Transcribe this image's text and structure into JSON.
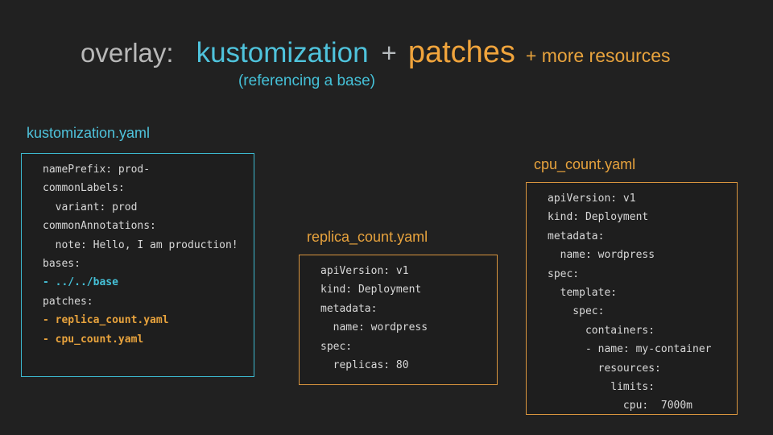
{
  "title": {
    "overlay": "overlay:",
    "kustomization": "kustomization",
    "plus": "+",
    "patches": "patches",
    "more": "+ more resources",
    "subtitle": "(referencing a base)"
  },
  "colors": {
    "background": "#212121",
    "cyan_accent": "#4fc3dc",
    "orange_accent": "#e8a33d",
    "code_text": "#d8d8d8",
    "title_gray": "#b8b8b8"
  },
  "panels": [
    {
      "label": "kustomization.yaml",
      "accent": "cyan",
      "lines": [
        {
          "text": "namePrefix: prod-",
          "color": "default"
        },
        {
          "text": "commonLabels:",
          "color": "default"
        },
        {
          "text": "  variant: prod",
          "color": "default"
        },
        {
          "text": "commonAnnotations:",
          "color": "default"
        },
        {
          "text": "  note: Hello, I am production!",
          "color": "default"
        },
        {
          "text": "bases:",
          "color": "default"
        },
        {
          "text": "- ../../base",
          "color": "cyan"
        },
        {
          "text": "patches:",
          "color": "default"
        },
        {
          "text": "- replica_count.yaml",
          "color": "orange"
        },
        {
          "text": "- cpu_count.yaml",
          "color": "orange"
        }
      ]
    },
    {
      "label": "replica_count.yaml",
      "accent": "orange",
      "lines": [
        {
          "text": "apiVersion: v1",
          "color": "default"
        },
        {
          "text": "kind: Deployment",
          "color": "default"
        },
        {
          "text": "metadata:",
          "color": "default"
        },
        {
          "text": "  name: wordpress",
          "color": "default"
        },
        {
          "text": "spec:",
          "color": "default"
        },
        {
          "text": "  replicas: 80",
          "color": "default"
        }
      ]
    },
    {
      "label": "cpu_count.yaml",
      "accent": "orange",
      "lines": [
        {
          "text": "apiVersion: v1",
          "color": "default"
        },
        {
          "text": "kind: Deployment",
          "color": "default"
        },
        {
          "text": "metadata:",
          "color": "default"
        },
        {
          "text": "  name: wordpress",
          "color": "default"
        },
        {
          "text": "spec:",
          "color": "default"
        },
        {
          "text": "  template:",
          "color": "default"
        },
        {
          "text": "    spec:",
          "color": "default"
        },
        {
          "text": "      containers:",
          "color": "default"
        },
        {
          "text": "      - name: my-container",
          "color": "default"
        },
        {
          "text": "        resources:",
          "color": "default"
        },
        {
          "text": "          limits:",
          "color": "default"
        },
        {
          "text": "            cpu:  7000m",
          "color": "default"
        }
      ]
    }
  ]
}
